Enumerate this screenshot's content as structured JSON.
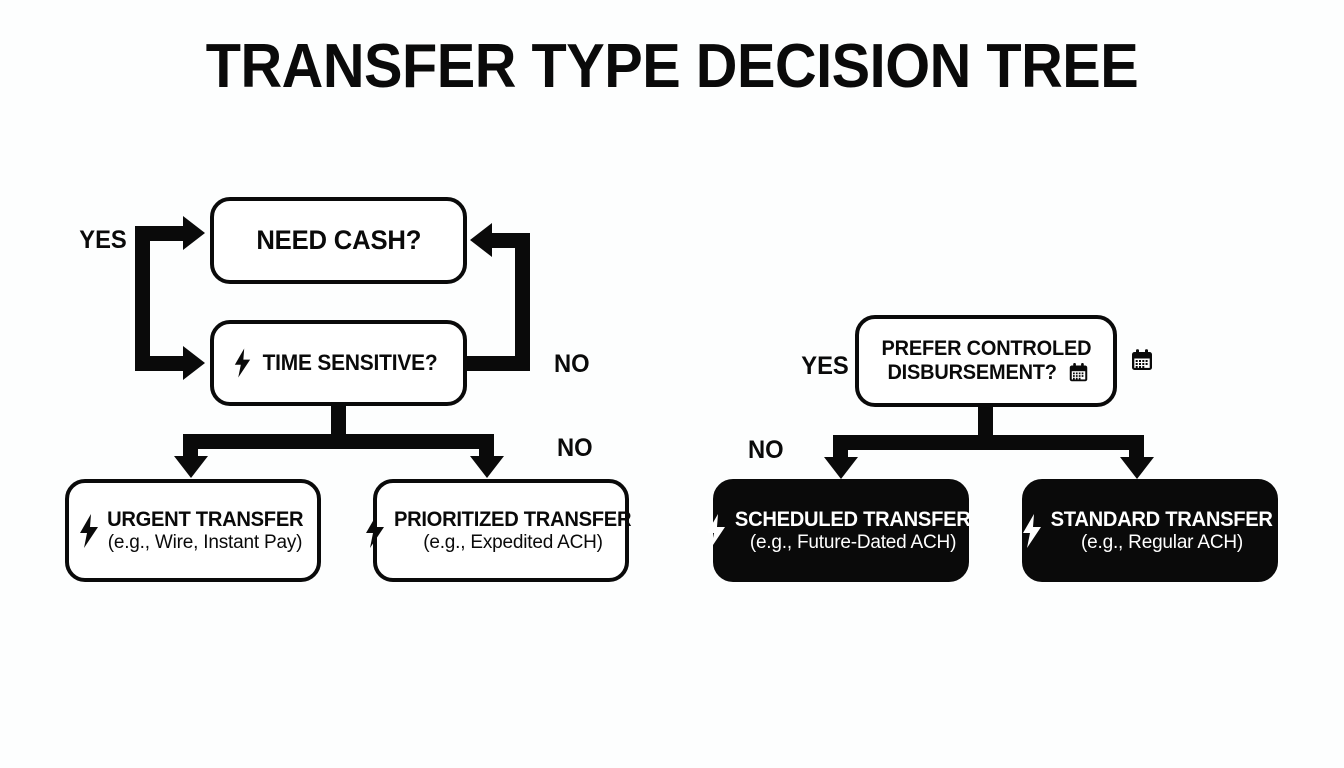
{
  "title": "TRANSFER TYPE DECISION TREE",
  "diagram": {
    "left_branch": {
      "nodes": {
        "need_cash": {
          "label": "NEED CASH?"
        },
        "time_sensitive": {
          "label": "TIME SENSITIVE?",
          "icon": "bolt-icon"
        }
      },
      "edge_labels": {
        "yes": "YES",
        "no_loop": "NO",
        "no_split": "NO"
      },
      "outcomes": [
        {
          "title": "URGENT TRANSFER",
          "subtitle": "(e.g., Wire, Instant Pay)",
          "icon": "bolt-icon",
          "style": "outline"
        },
        {
          "title": "PRIORITIZED TRANSFER",
          "subtitle": "(e.g., Expedited ACH)",
          "icon": "bolt-icon",
          "style": "outline"
        }
      ]
    },
    "right_branch": {
      "nodes": {
        "prefer_controlled": {
          "line1": "PREFER CONTROLED",
          "line2": "DISBURSEMENT?",
          "icon": "calendar-icon"
        }
      },
      "edge_labels": {
        "yes": "YES",
        "no": "NO"
      },
      "outcomes": [
        {
          "title": "SCHEDULED TRANSFER",
          "subtitle": "(e.g., Future-Dated ACH)",
          "icon": "bolt-icon",
          "style": "solid"
        },
        {
          "title": "STANDARD TRANSFER",
          "subtitle": "(e.g., Regular ACH)",
          "icon": "bolt-icon",
          "style": "solid"
        }
      ]
    }
  },
  "colors": {
    "ink": "#0a0a0a",
    "paper": "#fdfefe",
    "inverse_text": "#ffffff"
  }
}
